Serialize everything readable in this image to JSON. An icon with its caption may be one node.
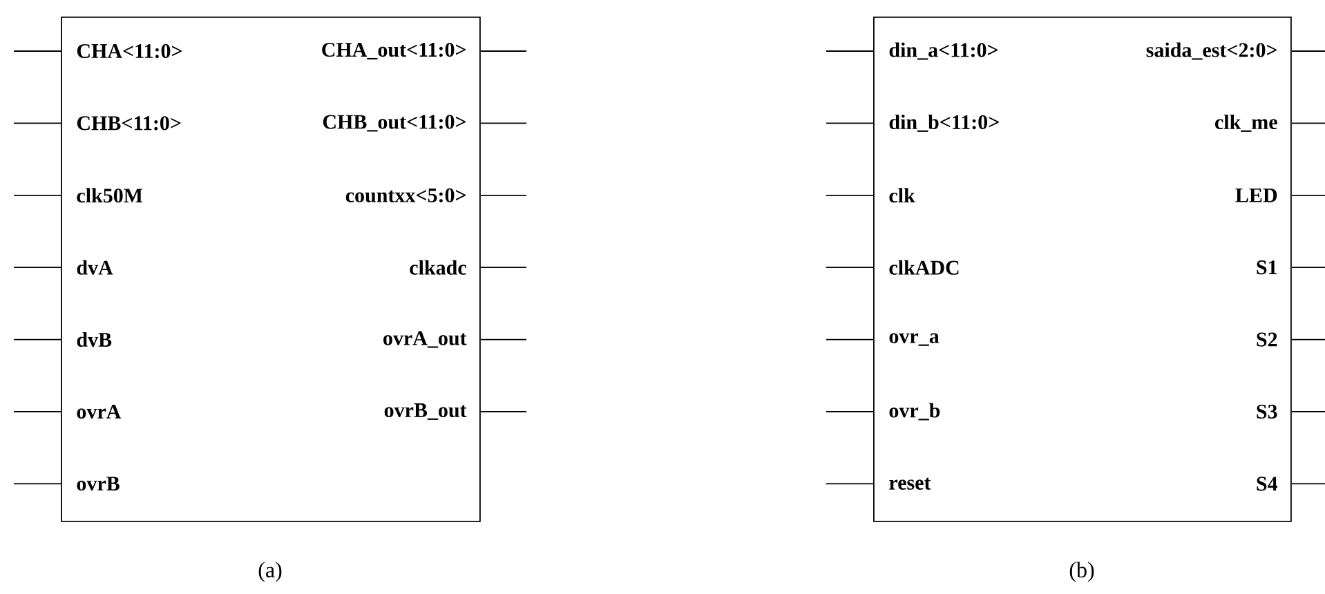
{
  "diagram": {
    "nodes": [
      {
        "text": [
          "CHA<11:0>",
          "CHA_out<11:0>",
          "CHB<11:0>",
          "CHB_out<11:0>",
          "clk50M",
          "countxx<5:0>",
          "dvA",
          "clkadc",
          "dvB",
          "ovrA_out",
          "ovrA",
          "ovrB_out",
          "ovrB"
        ],
        "beside": [
          "(a)"
        ]
      },
      {
        "text": [
          "din_a<11:0>",
          "saida_est<2:0>",
          "din_b<11:0>",
          "clk_me",
          "clk",
          "LED",
          "clkADC",
          "S1",
          "ovr_a",
          "S2",
          "ovr_b",
          "S3",
          "reset",
          "S4"
        ],
        "beside": [
          "(b)"
        ]
      }
    ],
    "edges": [
      {
        "from": null,
        "to": 0,
        "arrow": "none"
      },
      {
        "from": null,
        "to": 0,
        "arrow": "none"
      },
      {
        "from": null,
        "to": 0,
        "arrow": "none"
      },
      {
        "from": null,
        "to": 0,
        "arrow": "none"
      },
      {
        "from": null,
        "to": 0,
        "arrow": "none"
      },
      {
        "from": null,
        "to": 0,
        "arrow": "none"
      },
      {
        "from": null,
        "to": 0,
        "arrow": "none"
      },
      {
        "from": null,
        "to": 0,
        "arrow": "none"
      },
      {
        "from": null,
        "to": 0,
        "arrow": "none"
      },
      {
        "from": null,
        "to": 0,
        "arrow": "none"
      },
      {
        "from": null,
        "to": 0,
        "arrow": "none"
      },
      {
        "from": null,
        "to": 0,
        "arrow": "none"
      },
      {
        "from": null,
        "to": 0,
        "arrow": "none"
      },
      {
        "from": null,
        "to": 1,
        "arrow": "none"
      },
      {
        "from": null,
        "to": 1,
        "arrow": "none"
      },
      {
        "from": null,
        "to": 1,
        "arrow": "none"
      },
      {
        "from": null,
        "to": 1,
        "arrow": "none"
      },
      {
        "from": null,
        "to": 1,
        "arrow": "none"
      },
      {
        "from": null,
        "to": 1,
        "arrow": "none"
      },
      {
        "from": null,
        "to": 1,
        "arrow": "none"
      },
      {
        "from": null,
        "to": 1,
        "arrow": "none"
      },
      {
        "from": null,
        "to": 1,
        "arrow": "none"
      },
      {
        "from": null,
        "to": 1,
        "arrow": "none"
      },
      {
        "from": null,
        "to": 1,
        "arrow": "none"
      },
      {
        "from": null,
        "to": 1,
        "arrow": "none"
      },
      {
        "from": null,
        "to": 1,
        "arrow": "none"
      },
      {
        "from": null,
        "to": 1,
        "arrow": "none"
      }
    ]
  }
}
